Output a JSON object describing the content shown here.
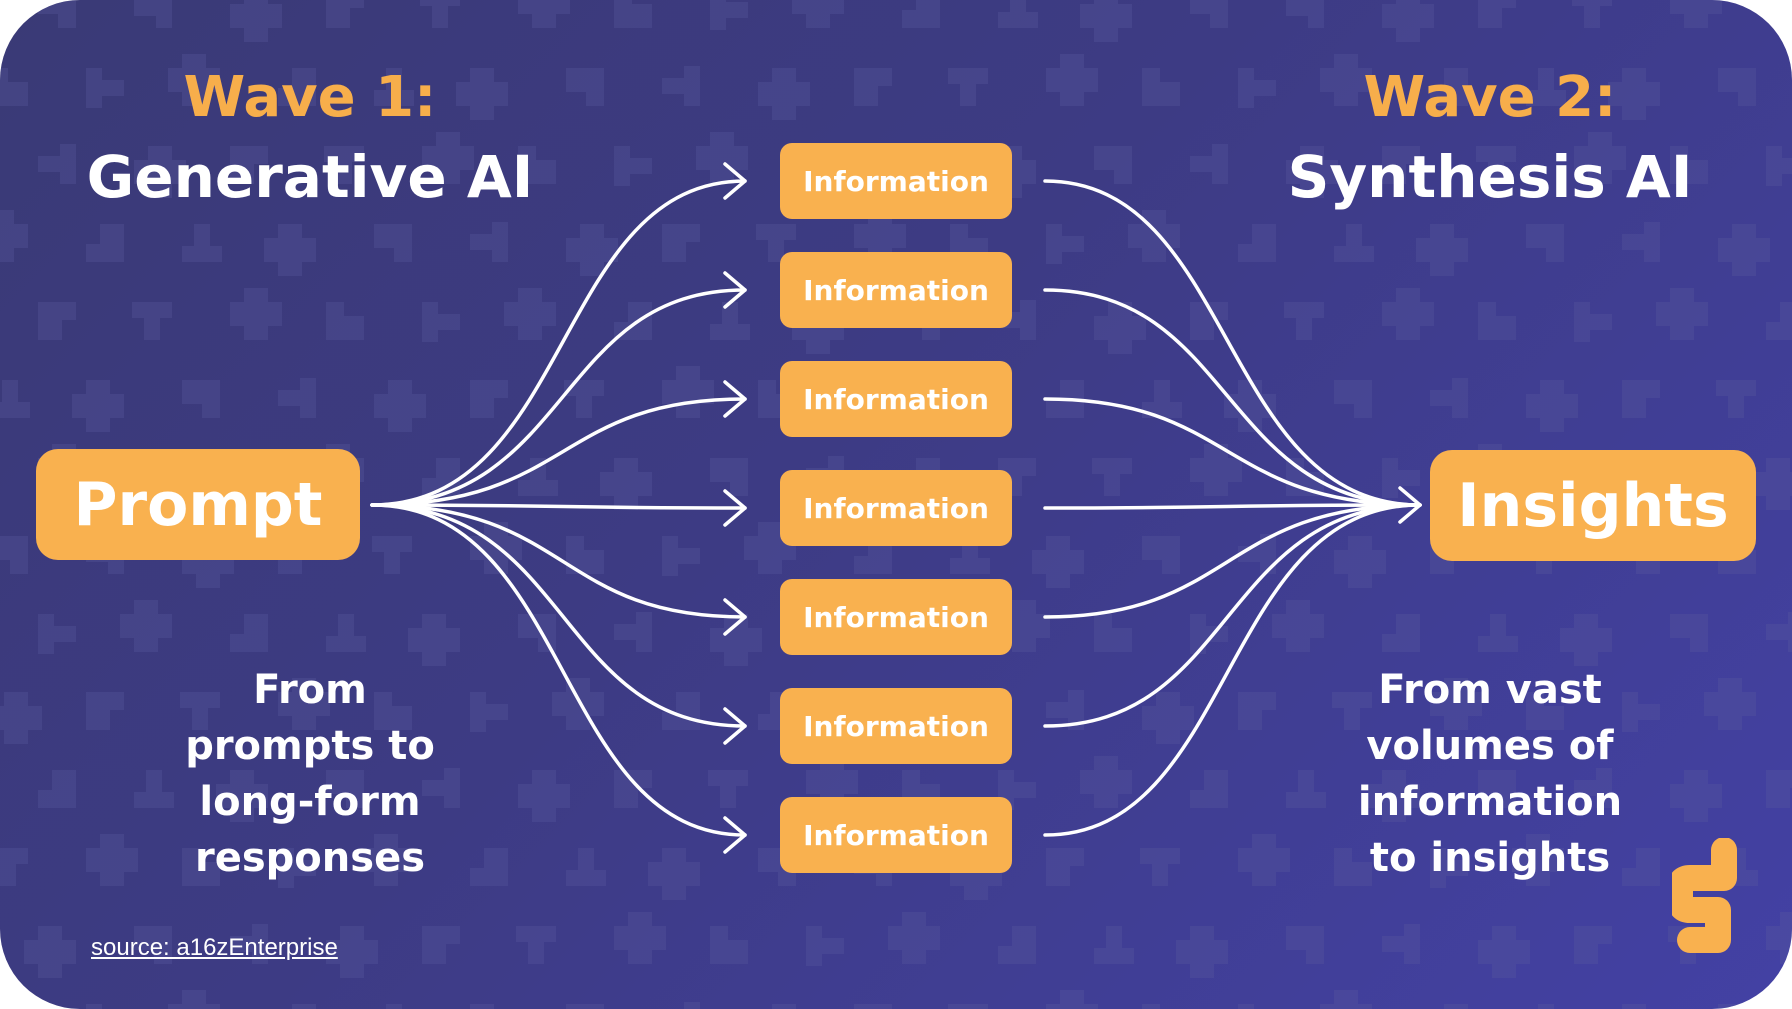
{
  "wave1": {
    "label": "Wave 1:",
    "title": "Generative AI",
    "description": [
      "From",
      "prompts to",
      "long-form",
      "responses"
    ]
  },
  "wave2": {
    "label": "Wave 2:",
    "title": "Synthesis AI",
    "description": [
      "From vast",
      "volumes of",
      "information",
      "to insights"
    ]
  },
  "nodes": {
    "prompt": "Prompt",
    "insights": "Insights",
    "information": [
      "Information",
      "Information",
      "Information",
      "Information",
      "Information",
      "Information",
      "Information"
    ]
  },
  "source": "source: a16zEnterprise",
  "icons": {
    "logo": "s-logo-icon",
    "arrows": "arrow-icon"
  },
  "colors": {
    "background": "#3d3b86",
    "accent": "#f9b14f",
    "text": "#ffffff"
  }
}
